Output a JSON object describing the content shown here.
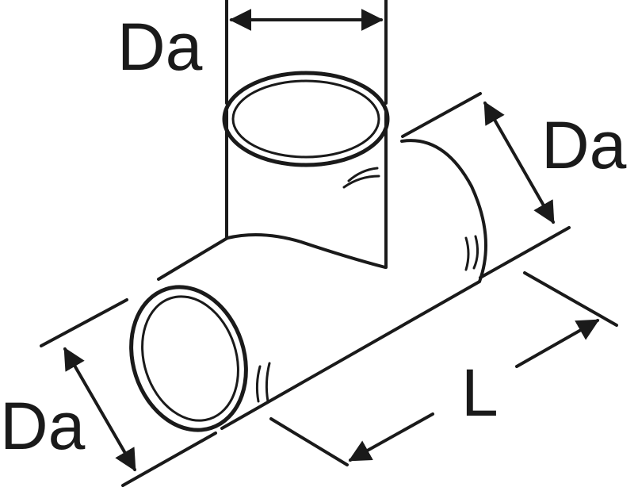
{
  "labels": {
    "top_diameter": "Da",
    "right_diameter": "Da",
    "left_diameter": "Da",
    "length": "L"
  },
  "colors": {
    "ink": "#1a1a1a",
    "background": "#ffffff"
  }
}
